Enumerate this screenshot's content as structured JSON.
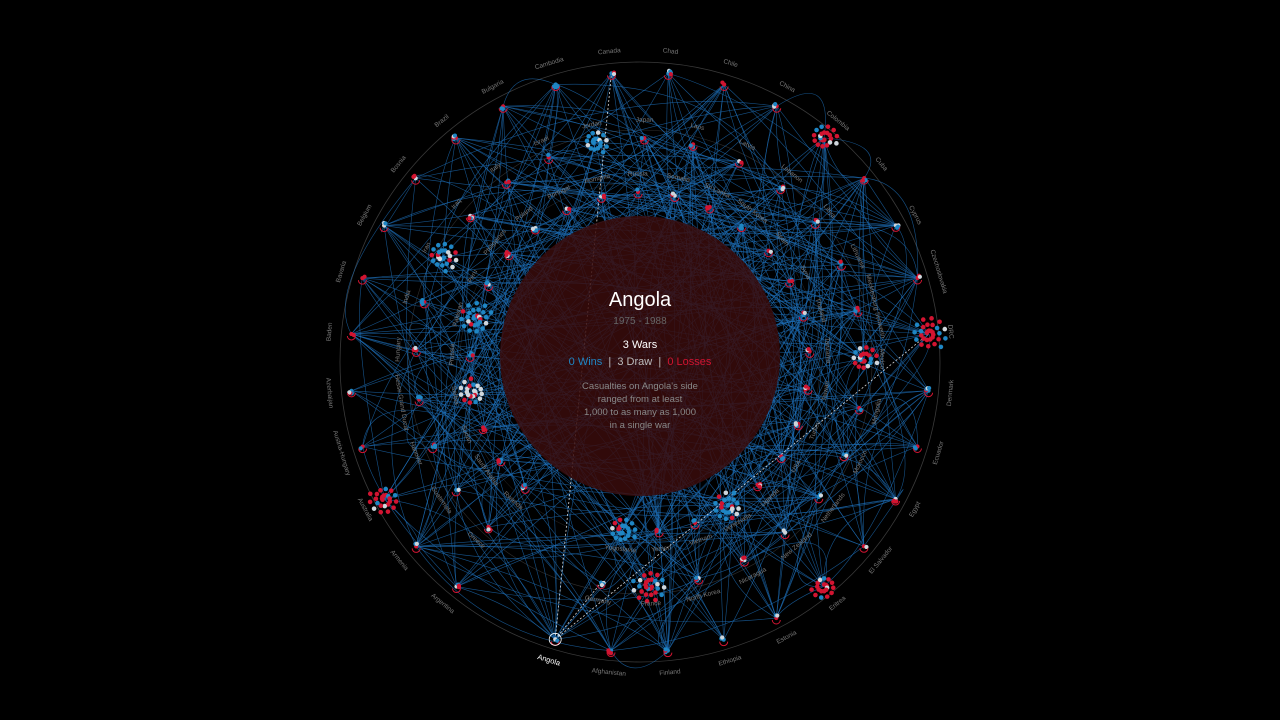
{
  "selected": {
    "name": "Angola",
    "years": "1975 - 1988",
    "wars": "3 Wars",
    "wins": "0 Wins",
    "draws": "3 Draw",
    "losses": "0 Losses",
    "separator": "|",
    "casualties": [
      "Casualties on Angola's side",
      "ranged from at least",
      "1,000 to as many as 1,000",
      "in a single war"
    ]
  },
  "colors": {
    "win": "#1f86c4",
    "loss": "#d21431",
    "draw": "#cfd6dc",
    "link": "#1e6fb8",
    "center": "#3a0c0c"
  },
  "rings": {
    "outer": [
      "Angola",
      "Afghanistan",
      "Finland",
      "Ethiopia",
      "Estonia",
      "Eritrea",
      "El Salvador",
      "Egypt",
      "Ecuador",
      "Denmark",
      "DRC",
      "Czechoslovakia",
      "Cyprus",
      "Cuba",
      "Colombia",
      "China",
      "Chile",
      "Chad",
      "Canada",
      "Cambodia",
      "Bulgaria",
      "Brazil",
      "Bosnia",
      "Belgium",
      "Bavaria",
      "Baden",
      "Azerbaijan",
      "Austria-Hungary",
      "Australia",
      "Armenia",
      "Argentina"
    ],
    "middle": [
      "Germany",
      "France",
      "North Korea",
      "Nicaragua",
      "New Zealand",
      "Netherlands",
      "Morocco",
      "Mongolia",
      "Mexico",
      "Mecklenburg Schwerin",
      "Lithuania",
      "Libya",
      "Lebanon",
      "Latvia",
      "Laos",
      "Japan",
      "Jordan",
      "Israel",
      "Italy",
      "Iraq",
      "Iran",
      "India",
      "Hungary",
      "Hesse Grand Ducal",
      "Hanover",
      "Guatemala",
      "Greece"
    ],
    "inner": [
      "Yugoslavia",
      "Yemen",
      "Vietnam",
      "Venezuela",
      "Uganda",
      "USA",
      "Turkey",
      "Taiwan",
      "Tanzania",
      "Thailand",
      "Syria",
      "Spain",
      "South Korea",
      "Sri Lanka",
      "Somalia",
      "Russia",
      "Romania",
      "Portugal",
      "Poland",
      "Philippines",
      "Peru",
      "Pakistan",
      "Prussia",
      "Serbia",
      "Sudan",
      "Saudi Arabia",
      "Rwanda"
    ]
  }
}
